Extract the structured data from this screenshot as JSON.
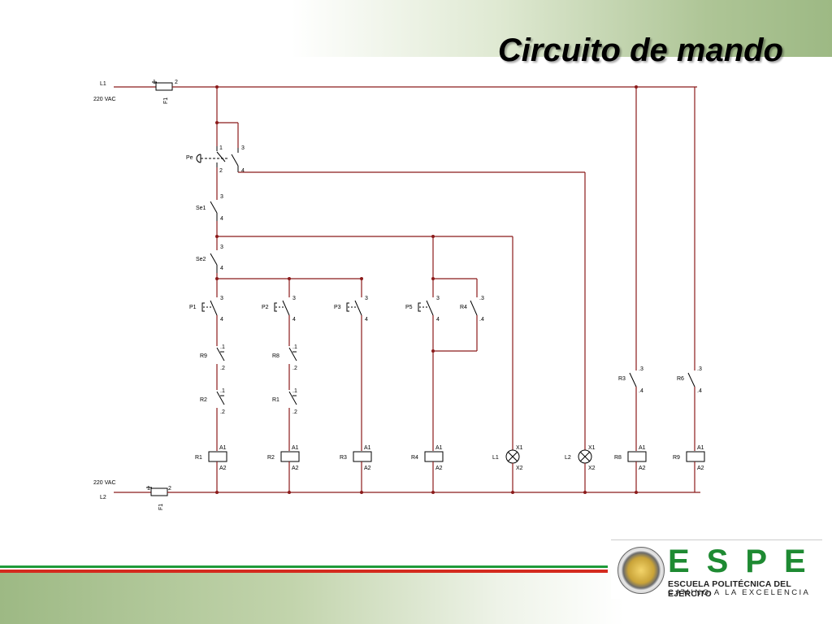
{
  "slide": {
    "title": "Circuito de mando"
  },
  "supply": {
    "top_line": "L1",
    "top_voltage": "220 VAC",
    "bottom_line": "L2",
    "bottom_voltage": "220 VAC",
    "fuse_label": "F1",
    "fuse_pin_1": "1",
    "fuse_pin_2": "2"
  },
  "components": {
    "pe": {
      "label": "Pe",
      "pins": [
        "1",
        "3",
        "2",
        "4"
      ]
    },
    "se1": {
      "label": "Se1",
      "pins": [
        "3",
        "4"
      ]
    },
    "se2": {
      "label": "Se2",
      "pins": [
        "3",
        "4"
      ]
    },
    "p1": {
      "label": "P1",
      "pins": [
        "3",
        "4"
      ]
    },
    "p2": {
      "label": "P2",
      "pins": [
        "3",
        "4"
      ]
    },
    "p3": {
      "label": "P3",
      "pins": [
        "3",
        "4"
      ]
    },
    "p5": {
      "label": "P5",
      "pins": [
        "3",
        "4"
      ]
    },
    "r4c": {
      "label": "R4",
      "pins": [
        ".3",
        ".4"
      ]
    },
    "r9c": {
      "label": "R9",
      "pins": [
        ".1",
        ".2"
      ]
    },
    "r2c": {
      "label": "R2",
      "pins": [
        ".1",
        ".2"
      ]
    },
    "r8c": {
      "label": "R8",
      "pins": [
        ".1",
        ".2"
      ]
    },
    "r1c": {
      "label": "R1",
      "pins": [
        ".1",
        ".2"
      ]
    },
    "r3c": {
      "label": "R3",
      "pins": [
        ".3",
        ".4"
      ]
    },
    "r6c": {
      "label": "R6",
      "pins": [
        ".3",
        ".4"
      ]
    }
  },
  "loads": [
    {
      "label": "R1",
      "type": "coil",
      "pin_top": "A1",
      "pin_bottom": "A2"
    },
    {
      "label": "R2",
      "type": "coil",
      "pin_top": "A1",
      "pin_bottom": "A2"
    },
    {
      "label": "R3",
      "type": "coil",
      "pin_top": "A1",
      "pin_bottom": "A2"
    },
    {
      "label": "R4",
      "type": "coil",
      "pin_top": "A1",
      "pin_bottom": "A2"
    },
    {
      "label": "L1",
      "type": "lamp",
      "pin_top": "X1",
      "pin_bottom": "X2"
    },
    {
      "label": "L2",
      "type": "lamp",
      "pin_top": "X1",
      "pin_bottom": "X2"
    },
    {
      "label": "R8",
      "type": "coil",
      "pin_top": "A1",
      "pin_bottom": "A2"
    },
    {
      "label": "R9",
      "type": "coil",
      "pin_top": "A1",
      "pin_bottom": "A2"
    }
  ],
  "branding": {
    "logo_text": "ESPE",
    "line1": "ESCUELA POLITÉCNICA DEL EJÉRCITO",
    "line2": "CAMINO A LA EXCELENCIA",
    "green": "#1e8a32"
  },
  "colors": {
    "wire": "#8b1a1a",
    "stripe_green": "#1e9b3a",
    "stripe_red": "#d42b1e"
  }
}
